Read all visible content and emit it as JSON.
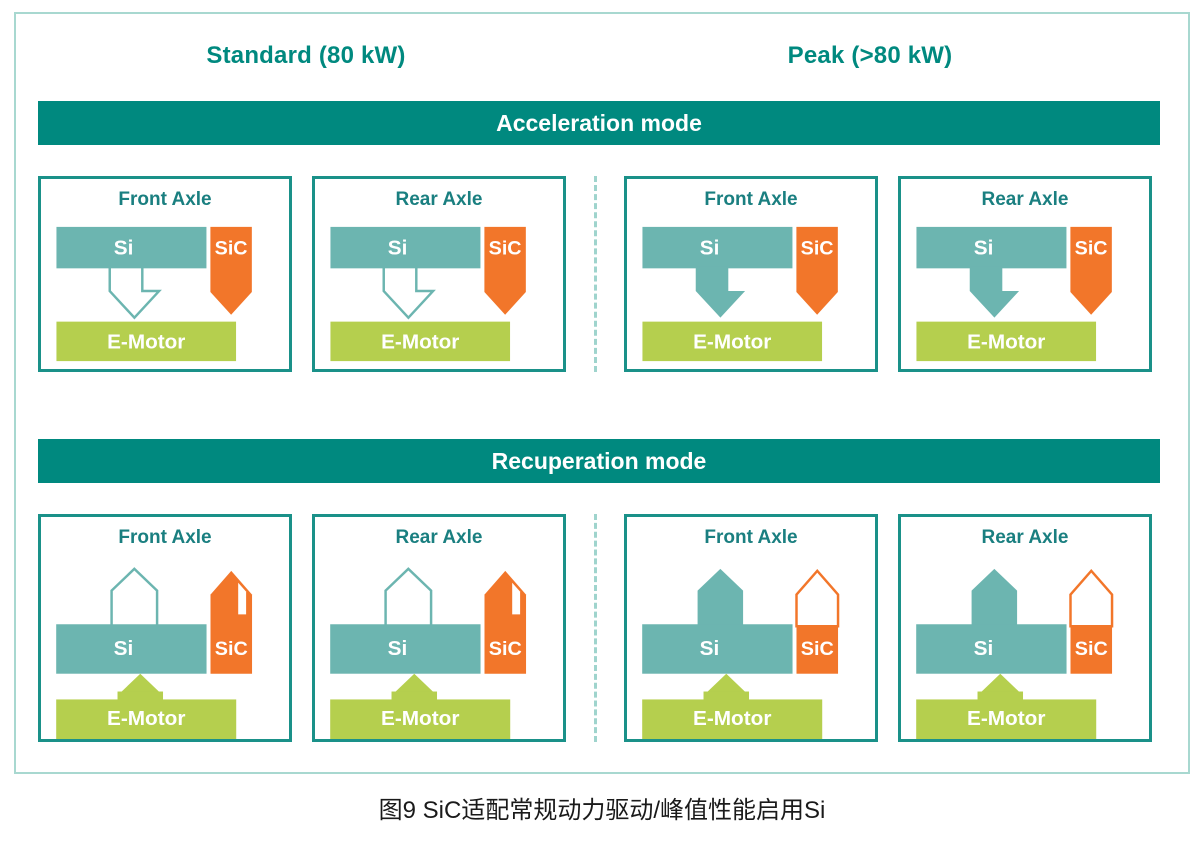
{
  "figure": {
    "caption": "图9  SiC适配常规动力驱动/峰值性能启用Si"
  },
  "colors": {
    "header_bar": "#00897f",
    "header_text": "#00897f",
    "panel_border": "#1a9189",
    "outer_border": "#a8d8d0",
    "divider": "#9fd4cd",
    "si_teal": "#6cb5b0",
    "sic_orange": "#f2762a",
    "emotor_green": "#b5cf4e",
    "white": "#ffffff"
  },
  "columns": [
    {
      "label": "Standard (80 kW)"
    },
    {
      "label": "Peak (>80 kW)"
    }
  ],
  "modes": [
    {
      "id": "acceleration",
      "label": "Acceleration mode"
    },
    {
      "id": "recuperation",
      "label": "Recuperation mode"
    }
  ],
  "blocks": {
    "si": "Si",
    "sic": "SiC",
    "emotor": "E-Motor"
  },
  "panels": {
    "acceleration": [
      {
        "axle": "Front Axle",
        "column": "Standard (80 kW)",
        "si_arrow": "hollow",
        "sic_arrow": "filled",
        "emotor_arrow": "none",
        "direction": "down"
      },
      {
        "axle": "Rear Axle",
        "column": "Standard (80 kW)",
        "si_arrow": "hollow",
        "sic_arrow": "filled",
        "emotor_arrow": "none",
        "direction": "down"
      },
      {
        "axle": "Front Axle",
        "column": "Peak (>80 kW)",
        "si_arrow": "filled",
        "sic_arrow": "filled",
        "emotor_arrow": "none",
        "direction": "down"
      },
      {
        "axle": "Rear Axle",
        "column": "Peak (>80 kW)",
        "si_arrow": "filled",
        "sic_arrow": "filled",
        "emotor_arrow": "none",
        "direction": "down"
      }
    ],
    "recuperation": [
      {
        "axle": "Front Axle",
        "column": "Standard (80 kW)",
        "si_arrow": "hollow",
        "sic_arrow": "filled",
        "emotor_arrow": "filled",
        "direction": "up"
      },
      {
        "axle": "Rear Axle",
        "column": "Standard (80 kW)",
        "si_arrow": "hollow",
        "sic_arrow": "filled",
        "emotor_arrow": "filled",
        "direction": "up"
      },
      {
        "axle": "Front Axle",
        "column": "Peak (>80 kW)",
        "si_arrow": "filled",
        "sic_arrow": "hollow",
        "emotor_arrow": "filled",
        "direction": "up"
      },
      {
        "axle": "Rear Axle",
        "column": "Peak (>80 kW)",
        "si_arrow": "filled",
        "sic_arrow": "hollow",
        "emotor_arrow": "filled",
        "direction": "up"
      }
    ]
  }
}
